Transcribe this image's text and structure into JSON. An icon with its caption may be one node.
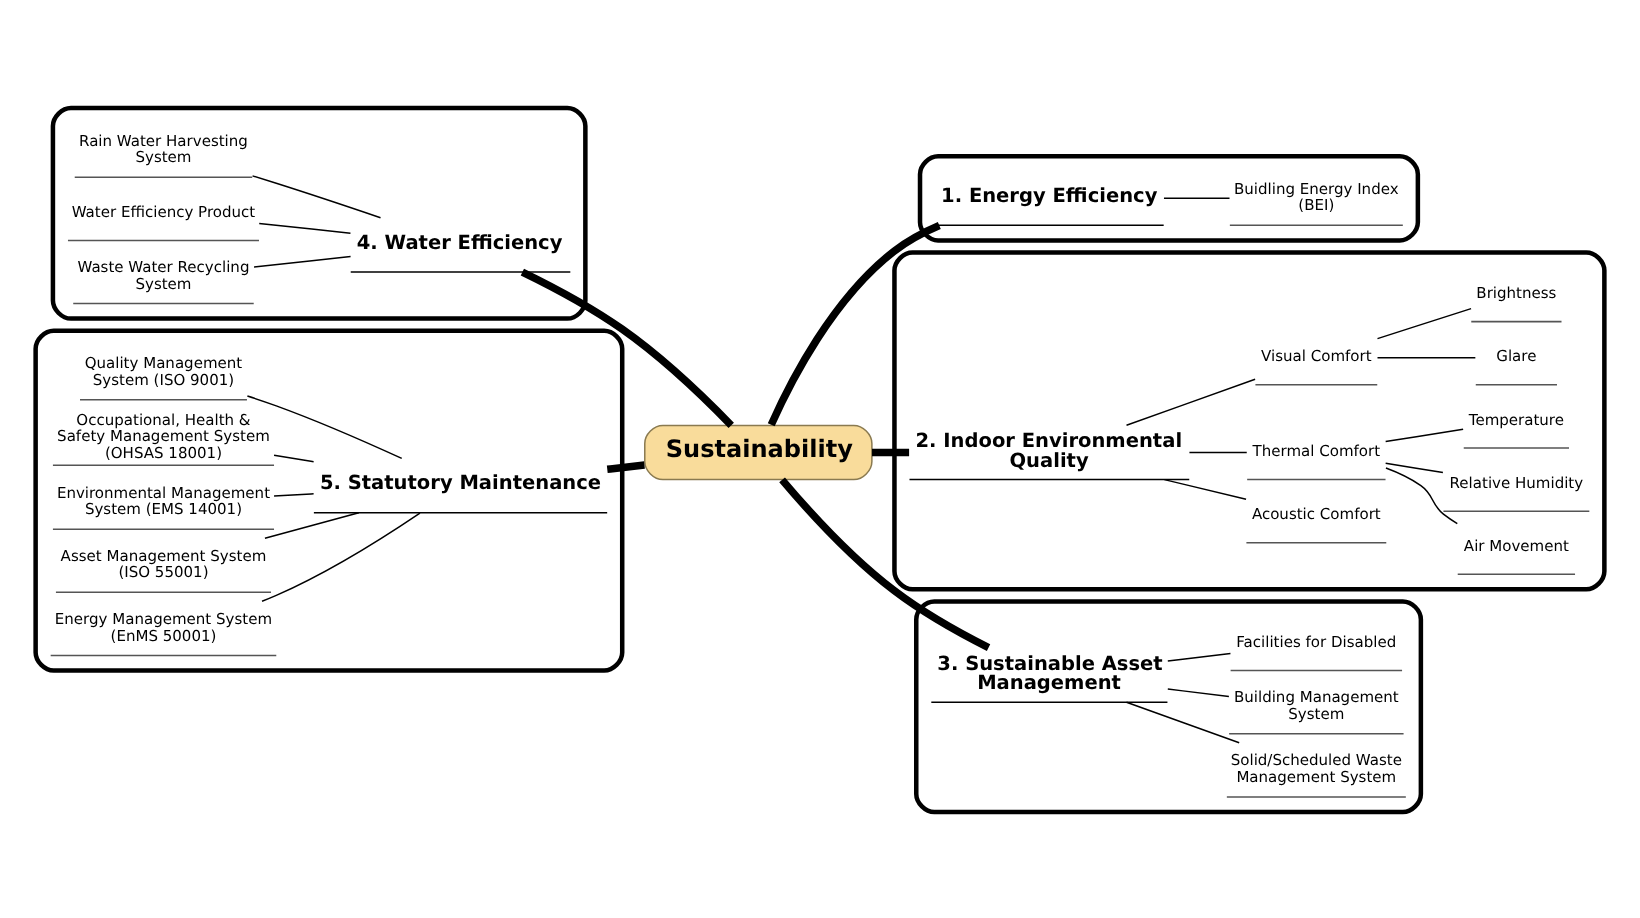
{
  "diagram": {
    "nodes": [
      {
        "text": [
          "Sustainability"
        ]
      },
      {
        "text": [],
        "shape": "box"
      },
      {
        "text": [
          "1. Energy Efficiency"
        ],
        "in": 1
      },
      {
        "text": [
          "Buidling Energy Index (BEI)"
        ],
        "in": 1
      },
      {
        "text": [],
        "shape": "box"
      },
      {
        "text": [
          "2. Indoor Environmental Quality"
        ],
        "in": 4
      },
      {
        "text": [
          "Visual Comfort"
        ],
        "in": 4
      },
      {
        "text": [
          "Brightness"
        ],
        "in": 4
      },
      {
        "text": [
          "Glare"
        ],
        "in": 4
      },
      {
        "text": [
          "Thermal Comfort"
        ],
        "in": 4
      },
      {
        "text": [
          "Temperature"
        ],
        "in": 4
      },
      {
        "text": [
          "Relative Humidity"
        ],
        "in": 4
      },
      {
        "text": [
          "Air Movement"
        ],
        "in": 4
      },
      {
        "text": [
          "Acoustic Comfort"
        ],
        "in": 4
      },
      {
        "text": [],
        "shape": "box"
      },
      {
        "text": [
          "3. Sustainable Asset Management"
        ],
        "in": 14
      },
      {
        "text": [
          "Facilities for Disabled"
        ],
        "in": 14
      },
      {
        "text": [
          "Building Management System"
        ],
        "in": 14
      },
      {
        "text": [
          "Solid/Scheduled Waste Management System"
        ],
        "in": 14
      },
      {
        "text": [],
        "shape": "box"
      },
      {
        "text": [
          "4. Water Efficiency"
        ],
        "in": 19
      },
      {
        "text": [
          "Rain Water Harvesting System"
        ],
        "in": 19
      },
      {
        "text": [
          "Water Efficiency Product"
        ],
        "in": 19
      },
      {
        "text": [
          "Waste Water Recycling System"
        ],
        "in": 19
      },
      {
        "text": [],
        "shape": "box"
      },
      {
        "text": [
          "5. Statutory Maintenance"
        ],
        "in": 24
      },
      {
        "text": [
          "Quality Management System (ISO 9001)"
        ],
        "in": 24
      },
      {
        "text": [
          "Occupational, Health & Safety Management System (OHSAS 18001)"
        ],
        "in": 24
      },
      {
        "text": [
          "Environmental Management System (EMS 14001)"
        ],
        "in": 24
      },
      {
        "text": [
          "Asset Management System (ISO 55001)"
        ],
        "in": 24
      },
      {
        "text": [
          "Energy Management System (EnMS 50001)"
        ],
        "in": 24
      }
    ],
    "edges": [
      {
        "from": 0,
        "to": 2,
        "arrow": "none",
        "style": "thick"
      },
      {
        "from": 0,
        "to": 5,
        "arrow": "none",
        "style": "thick"
      },
      {
        "from": 0,
        "to": 15,
        "arrow": "none",
        "style": "thick"
      },
      {
        "from": 0,
        "to": 20,
        "arrow": "none",
        "style": "thick"
      },
      {
        "from": 0,
        "to": 25,
        "arrow": "none",
        "style": "thick"
      },
      {
        "from": 2,
        "to": 3,
        "arrow": "none"
      },
      {
        "from": 5,
        "to": 6,
        "arrow": "none"
      },
      {
        "from": 5,
        "to": 9,
        "arrow": "none"
      },
      {
        "from": 5,
        "to": 13,
        "arrow": "none"
      },
      {
        "from": 6,
        "to": 7,
        "arrow": "none"
      },
      {
        "from": 6,
        "to": 8,
        "arrow": "none"
      },
      {
        "from": 9,
        "to": 10,
        "arrow": "none"
      },
      {
        "from": 9,
        "to": 11,
        "arrow": "none"
      },
      {
        "from": 9,
        "to": 12,
        "arrow": "none"
      },
      {
        "from": 15,
        "to": 16,
        "arrow": "none"
      },
      {
        "from": 15,
        "to": 17,
        "arrow": "none"
      },
      {
        "from": 15,
        "to": 18,
        "arrow": "none"
      },
      {
        "from": 20,
        "to": 21,
        "arrow": "none"
      },
      {
        "from": 20,
        "to": 22,
        "arrow": "none"
      },
      {
        "from": 20,
        "to": 23,
        "arrow": "none"
      },
      {
        "from": 25,
        "to": 26,
        "arrow": "none"
      },
      {
        "from": 25,
        "to": 27,
        "arrow": "none"
      },
      {
        "from": 25,
        "to": 28,
        "arrow": "none"
      },
      {
        "from": 25,
        "to": 29,
        "arrow": "none"
      },
      {
        "from": 25,
        "to": 30,
        "arrow": "none"
      }
    ]
  }
}
